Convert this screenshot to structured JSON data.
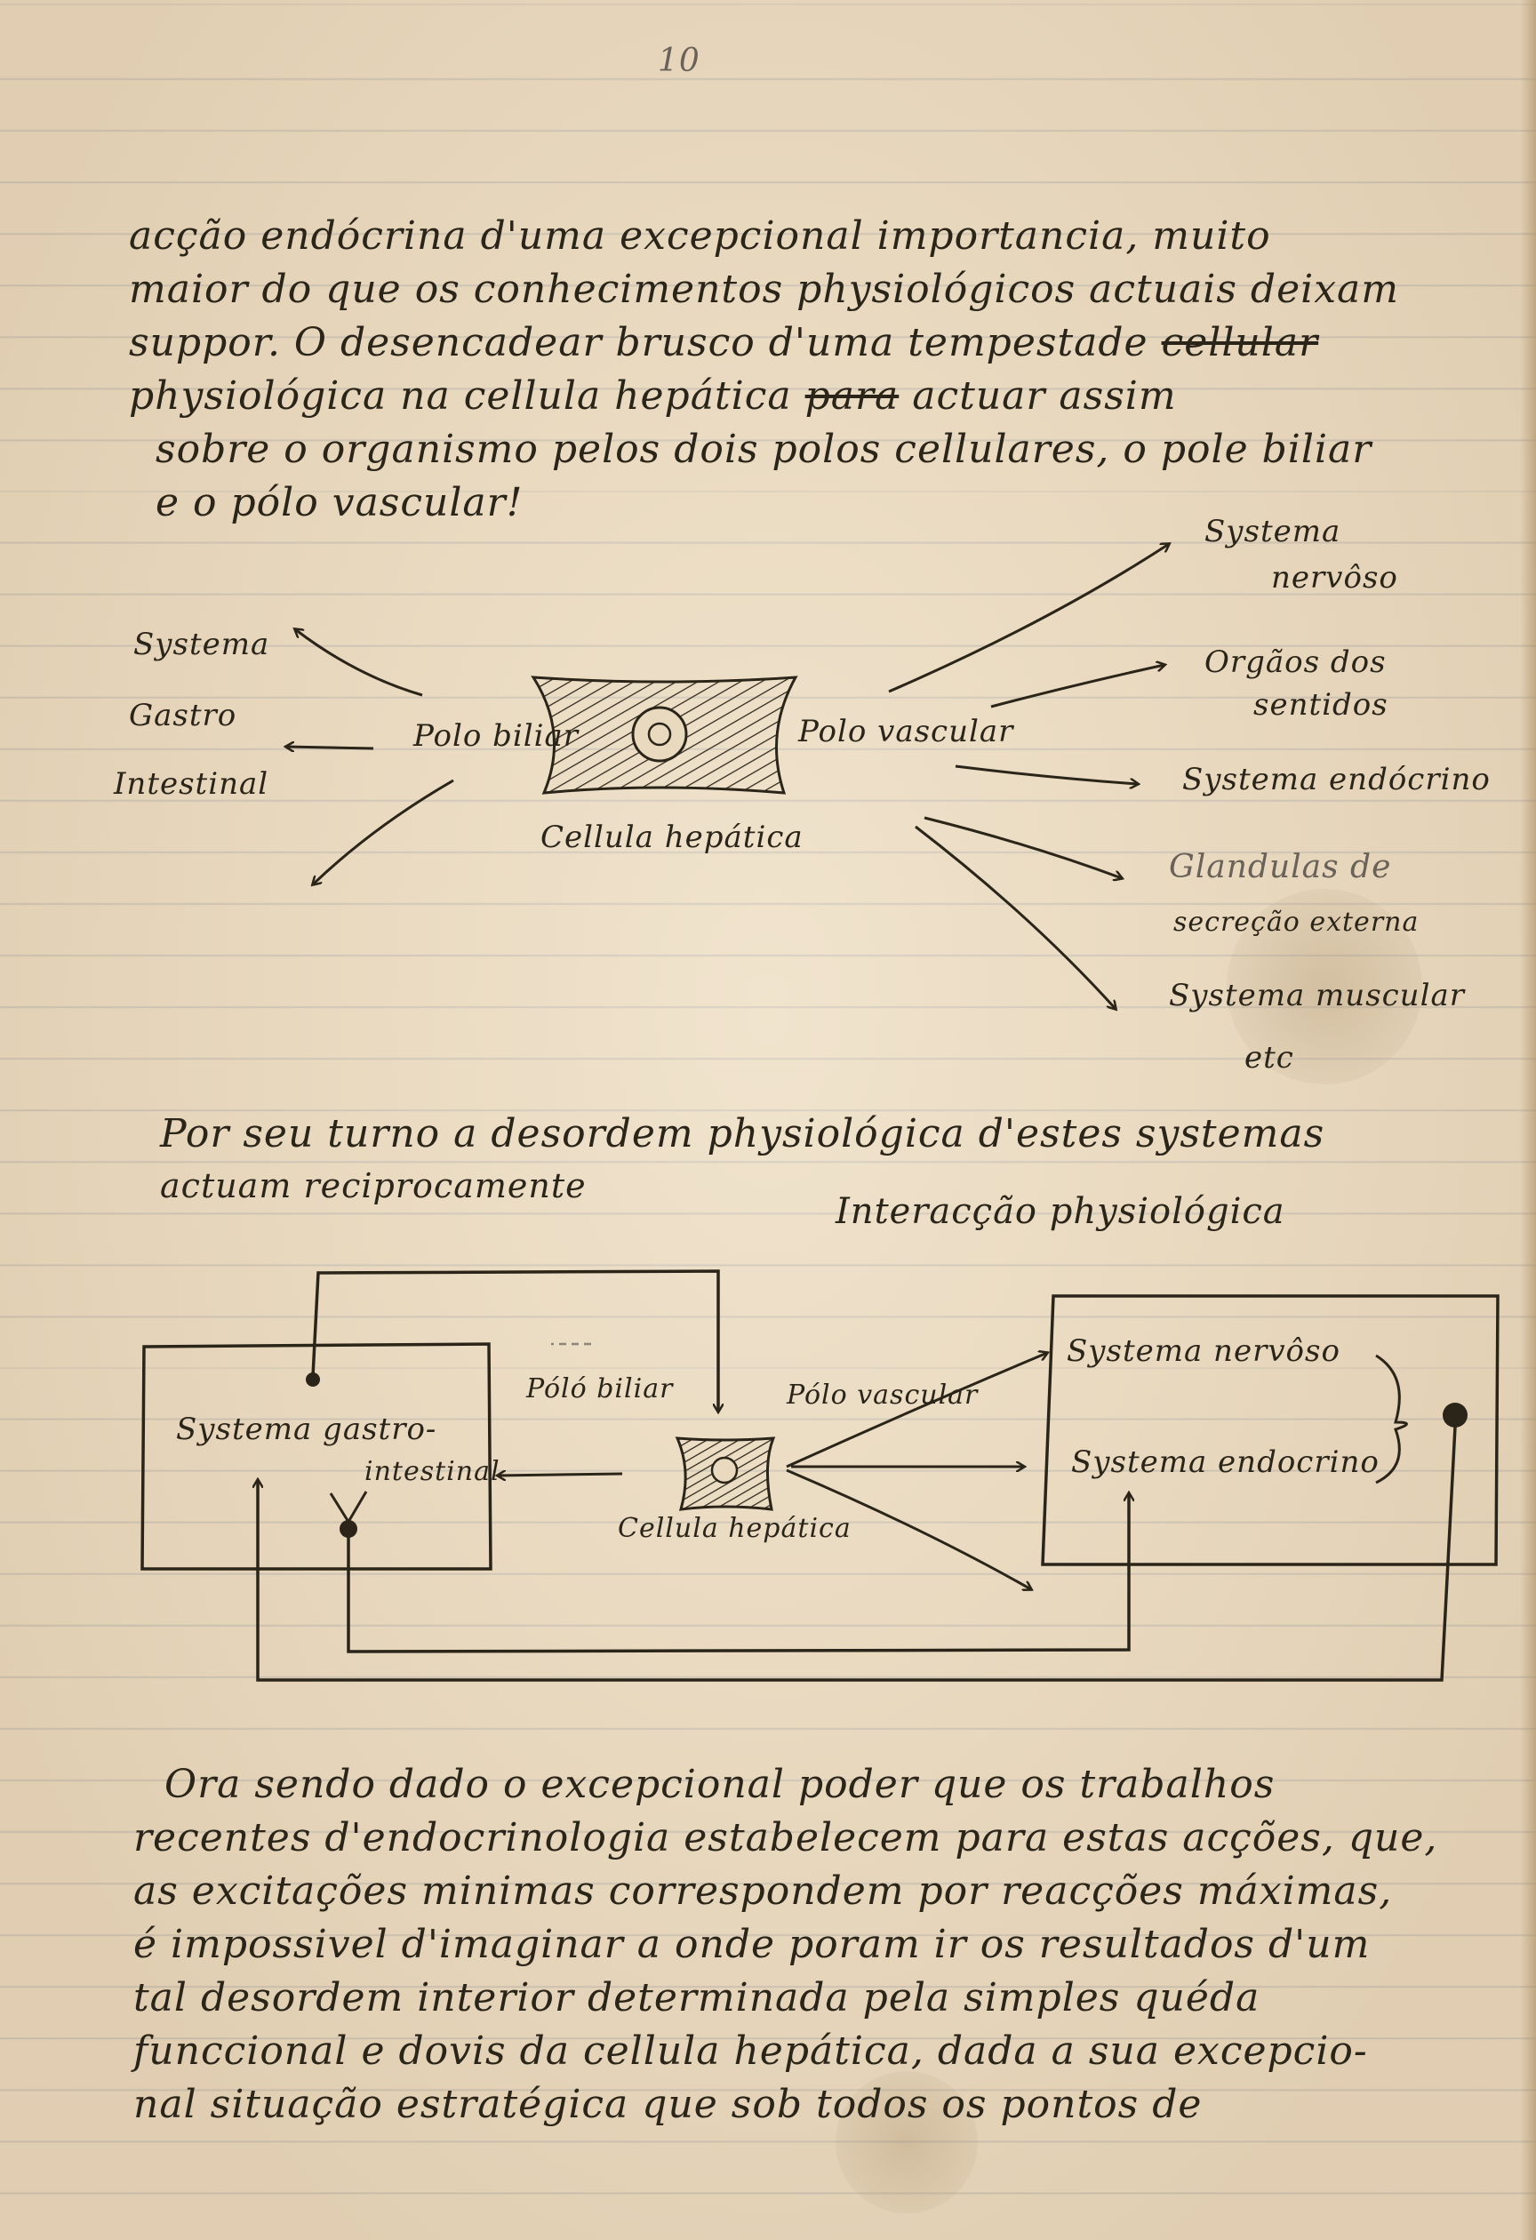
{
  "page_number": "10",
  "paragraph1": {
    "lines": [
      "acção endócrina d'uma excepcional importancia, muito",
      "maior do que os conhecimentos physiológicos actuais deixam",
      "suppor. O desencadear brusco d'uma tempestade",
      "physiológica na cellula hepática",
      "sobre o organismo pelos dois polos cellulares, o pole biliar",
      "e o pólo vascular!"
    ],
    "struck": [
      "cellular",
      "para"
    ],
    "line4_tail": "actuar assim"
  },
  "diagram1": {
    "center_label": "Cellula hepática",
    "pole_left": "Polo biliar",
    "pole_right": "Polo vascular",
    "left_targets": [
      "Systema",
      "Gastro",
      "Intestinal"
    ],
    "right_targets": [
      {
        "line1": "Systema",
        "line2": "nervôso"
      },
      {
        "line1": "Orgãos dos",
        "line2": "sentidos"
      },
      {
        "line1": "Systema endócrino",
        "line2": ""
      },
      {
        "line1": "Glandulas de",
        "line2": "secreção externa"
      },
      {
        "line1": "Systema muscular",
        "line2": "etc"
      }
    ]
  },
  "paragraph2": {
    "lines": [
      "Por seu turno a desordem physiológica d'estes systemas",
      "actuam reciprocamente"
    ],
    "heading": "Interacção physiológica"
  },
  "diagram2": {
    "left_box": {
      "line1": "Systema gastro-",
      "line2": "intestinal"
    },
    "right_box": {
      "line1": "Systema nervôso",
      "line2": "Systema endocrino"
    },
    "center_label": "Cellula hepática",
    "pole_left": "Póló biliar",
    "pole_right": "Pólo vascular"
  },
  "paragraph3": {
    "lines": [
      "Ora sendo dado o excepcional poder que os trabalhos",
      "recentes d'endocrinologia estabelecem para estas acções, que,",
      "as excitações minimas correspondem por reacções máximas,",
      "é impossivel d'imaginar a onde poram ir os resultados d'um",
      "tal desordem interior determinada pela simples quéda",
      "funccional e dovis da cellula hepática, dada a sua excepcio-",
      "nal situação estratégica que sob todos os pontos de"
    ]
  },
  "colors": {
    "paper": "#e9d9bf",
    "ink": "#2b2418",
    "rule": "#788296"
  }
}
